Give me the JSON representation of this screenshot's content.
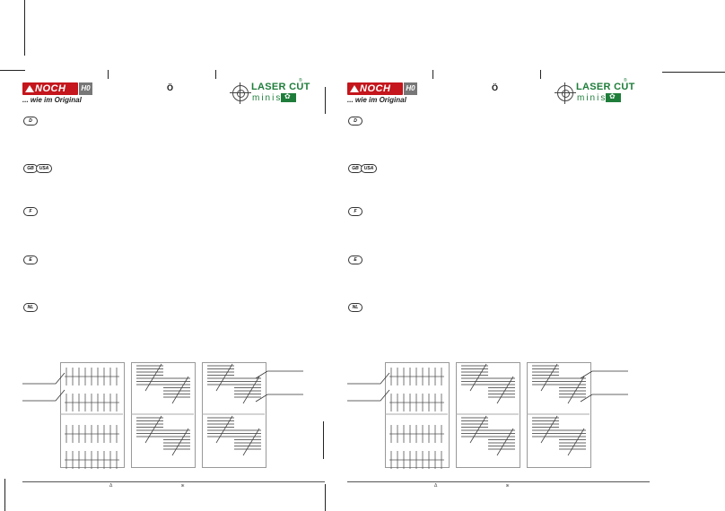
{
  "pages": [
    {
      "brand": "NOCH",
      "scale": "H0",
      "tagline": "... wie im Original",
      "title_char": "Ö",
      "product_line": "LASER CUT",
      "product_sub": "minis",
      "registered": "®",
      "language_badges": [
        "D",
        "GB",
        "USA",
        "F",
        "E",
        "NL"
      ],
      "footer_marks": [
        "Δ",
        "ж"
      ]
    },
    {
      "brand": "NOCH",
      "scale": "H0",
      "tagline": "... wie im Original",
      "title_char": "Ö",
      "product_line": "LASER CUT",
      "product_sub": "minis",
      "registered": "®",
      "language_badges": [
        "D",
        "GB",
        "USA",
        "F",
        "E",
        "NL"
      ],
      "footer_marks": [
        "Δ",
        "ж"
      ]
    }
  ],
  "colors": {
    "noch_red": "#c4161c",
    "laser_green": "#1e7d3a",
    "ho_grey": "#777777"
  },
  "icons": [
    "noch-logo-icon",
    "crosshair-target-icon",
    "leaf-icon"
  ]
}
